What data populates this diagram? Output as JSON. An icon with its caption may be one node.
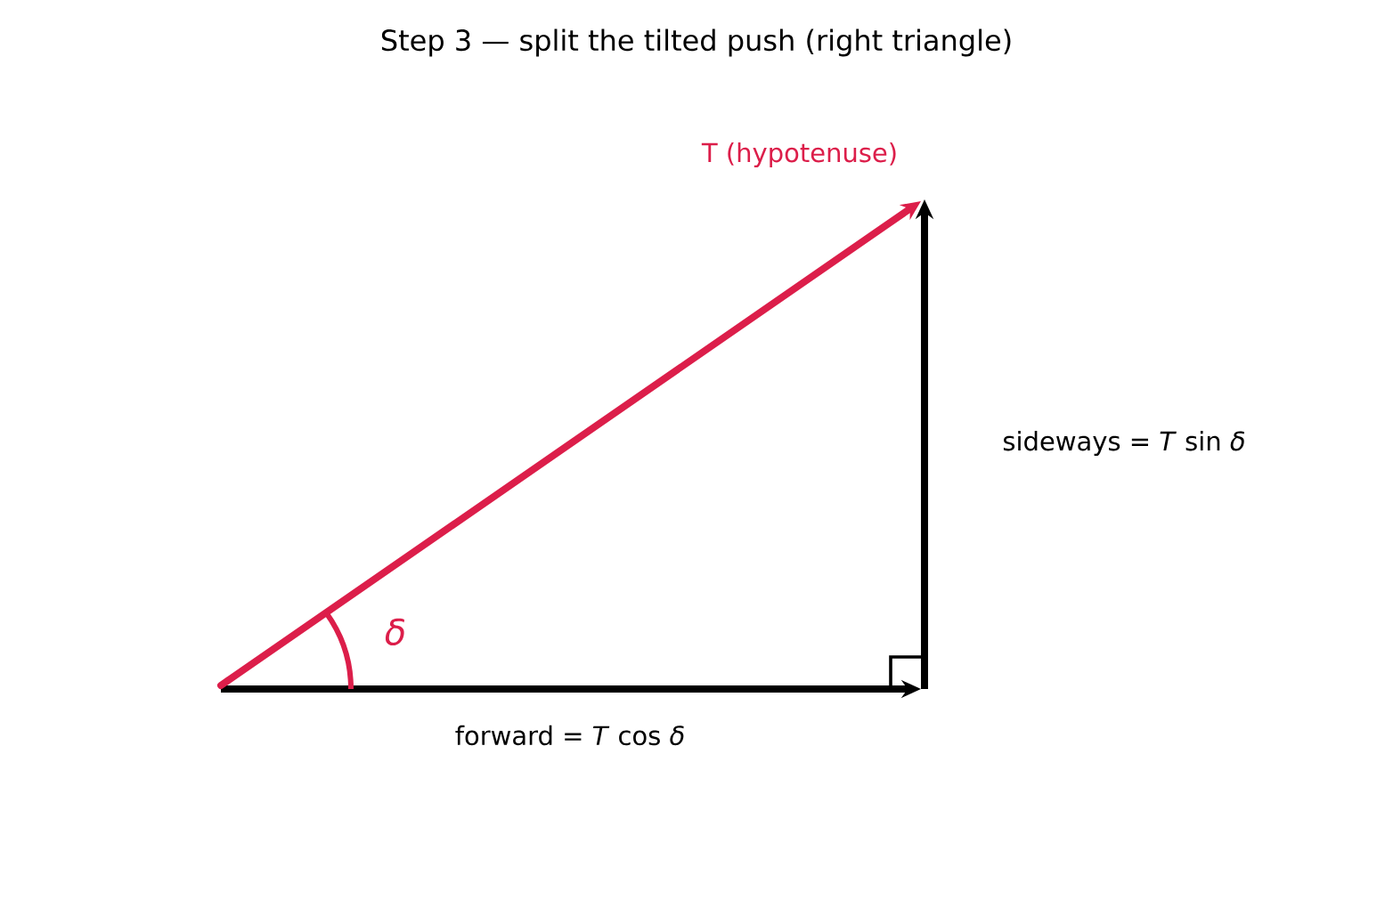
{
  "diagram": {
    "title": "Step 3  —  split the tilted push (right triangle)",
    "labels": [
      "T (hypotenuse)",
      "sideways = *T* sin *δ*",
      "*δ*",
      "forward = *T* cos *δ*"
    ]
  }
}
